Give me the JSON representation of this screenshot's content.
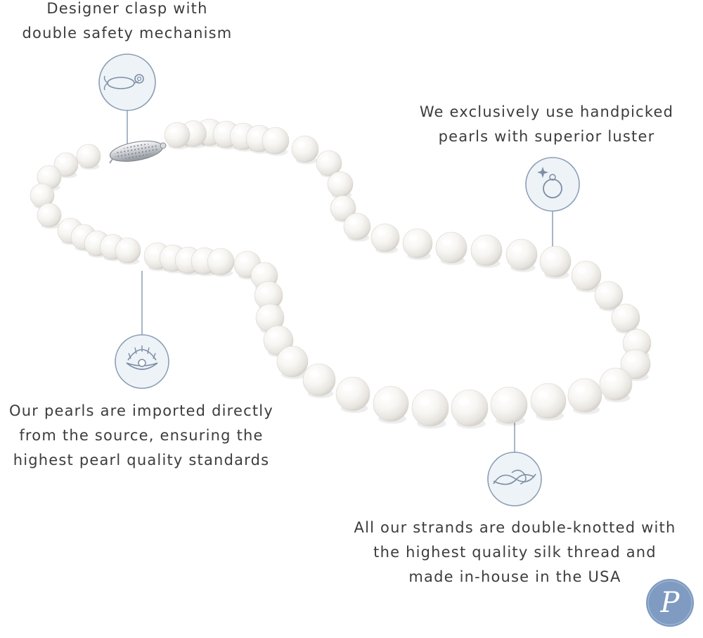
{
  "callouts": {
    "clasp": {
      "icon": "clasp-icon",
      "lines": [
        "Designer clasp with",
        "double safety mechanism"
      ]
    },
    "luster": {
      "icon": "ring-sparkle-icon",
      "lines": [
        "We exclusively use handpicked",
        "pearls with superior luster"
      ]
    },
    "source": {
      "icon": "oyster-shell-icon",
      "lines": [
        "Our pearls are imported directly",
        "from the source, ensuring the",
        "highest pearl quality standards"
      ]
    },
    "strands": {
      "icon": "silk-knot-icon",
      "lines": [
        "All our strands are double-knotted with",
        "the highest quality silk thread and",
        "made in-house in the USA"
      ]
    }
  },
  "brand": {
    "logo_icon": "script-p-logo",
    "logo_letter": "P"
  },
  "colors": {
    "icon_stroke": "#8b9db4",
    "icon_fill": "#eef3f8",
    "logo_bg": "#7f9bc1",
    "text": "#3c3c3c"
  }
}
